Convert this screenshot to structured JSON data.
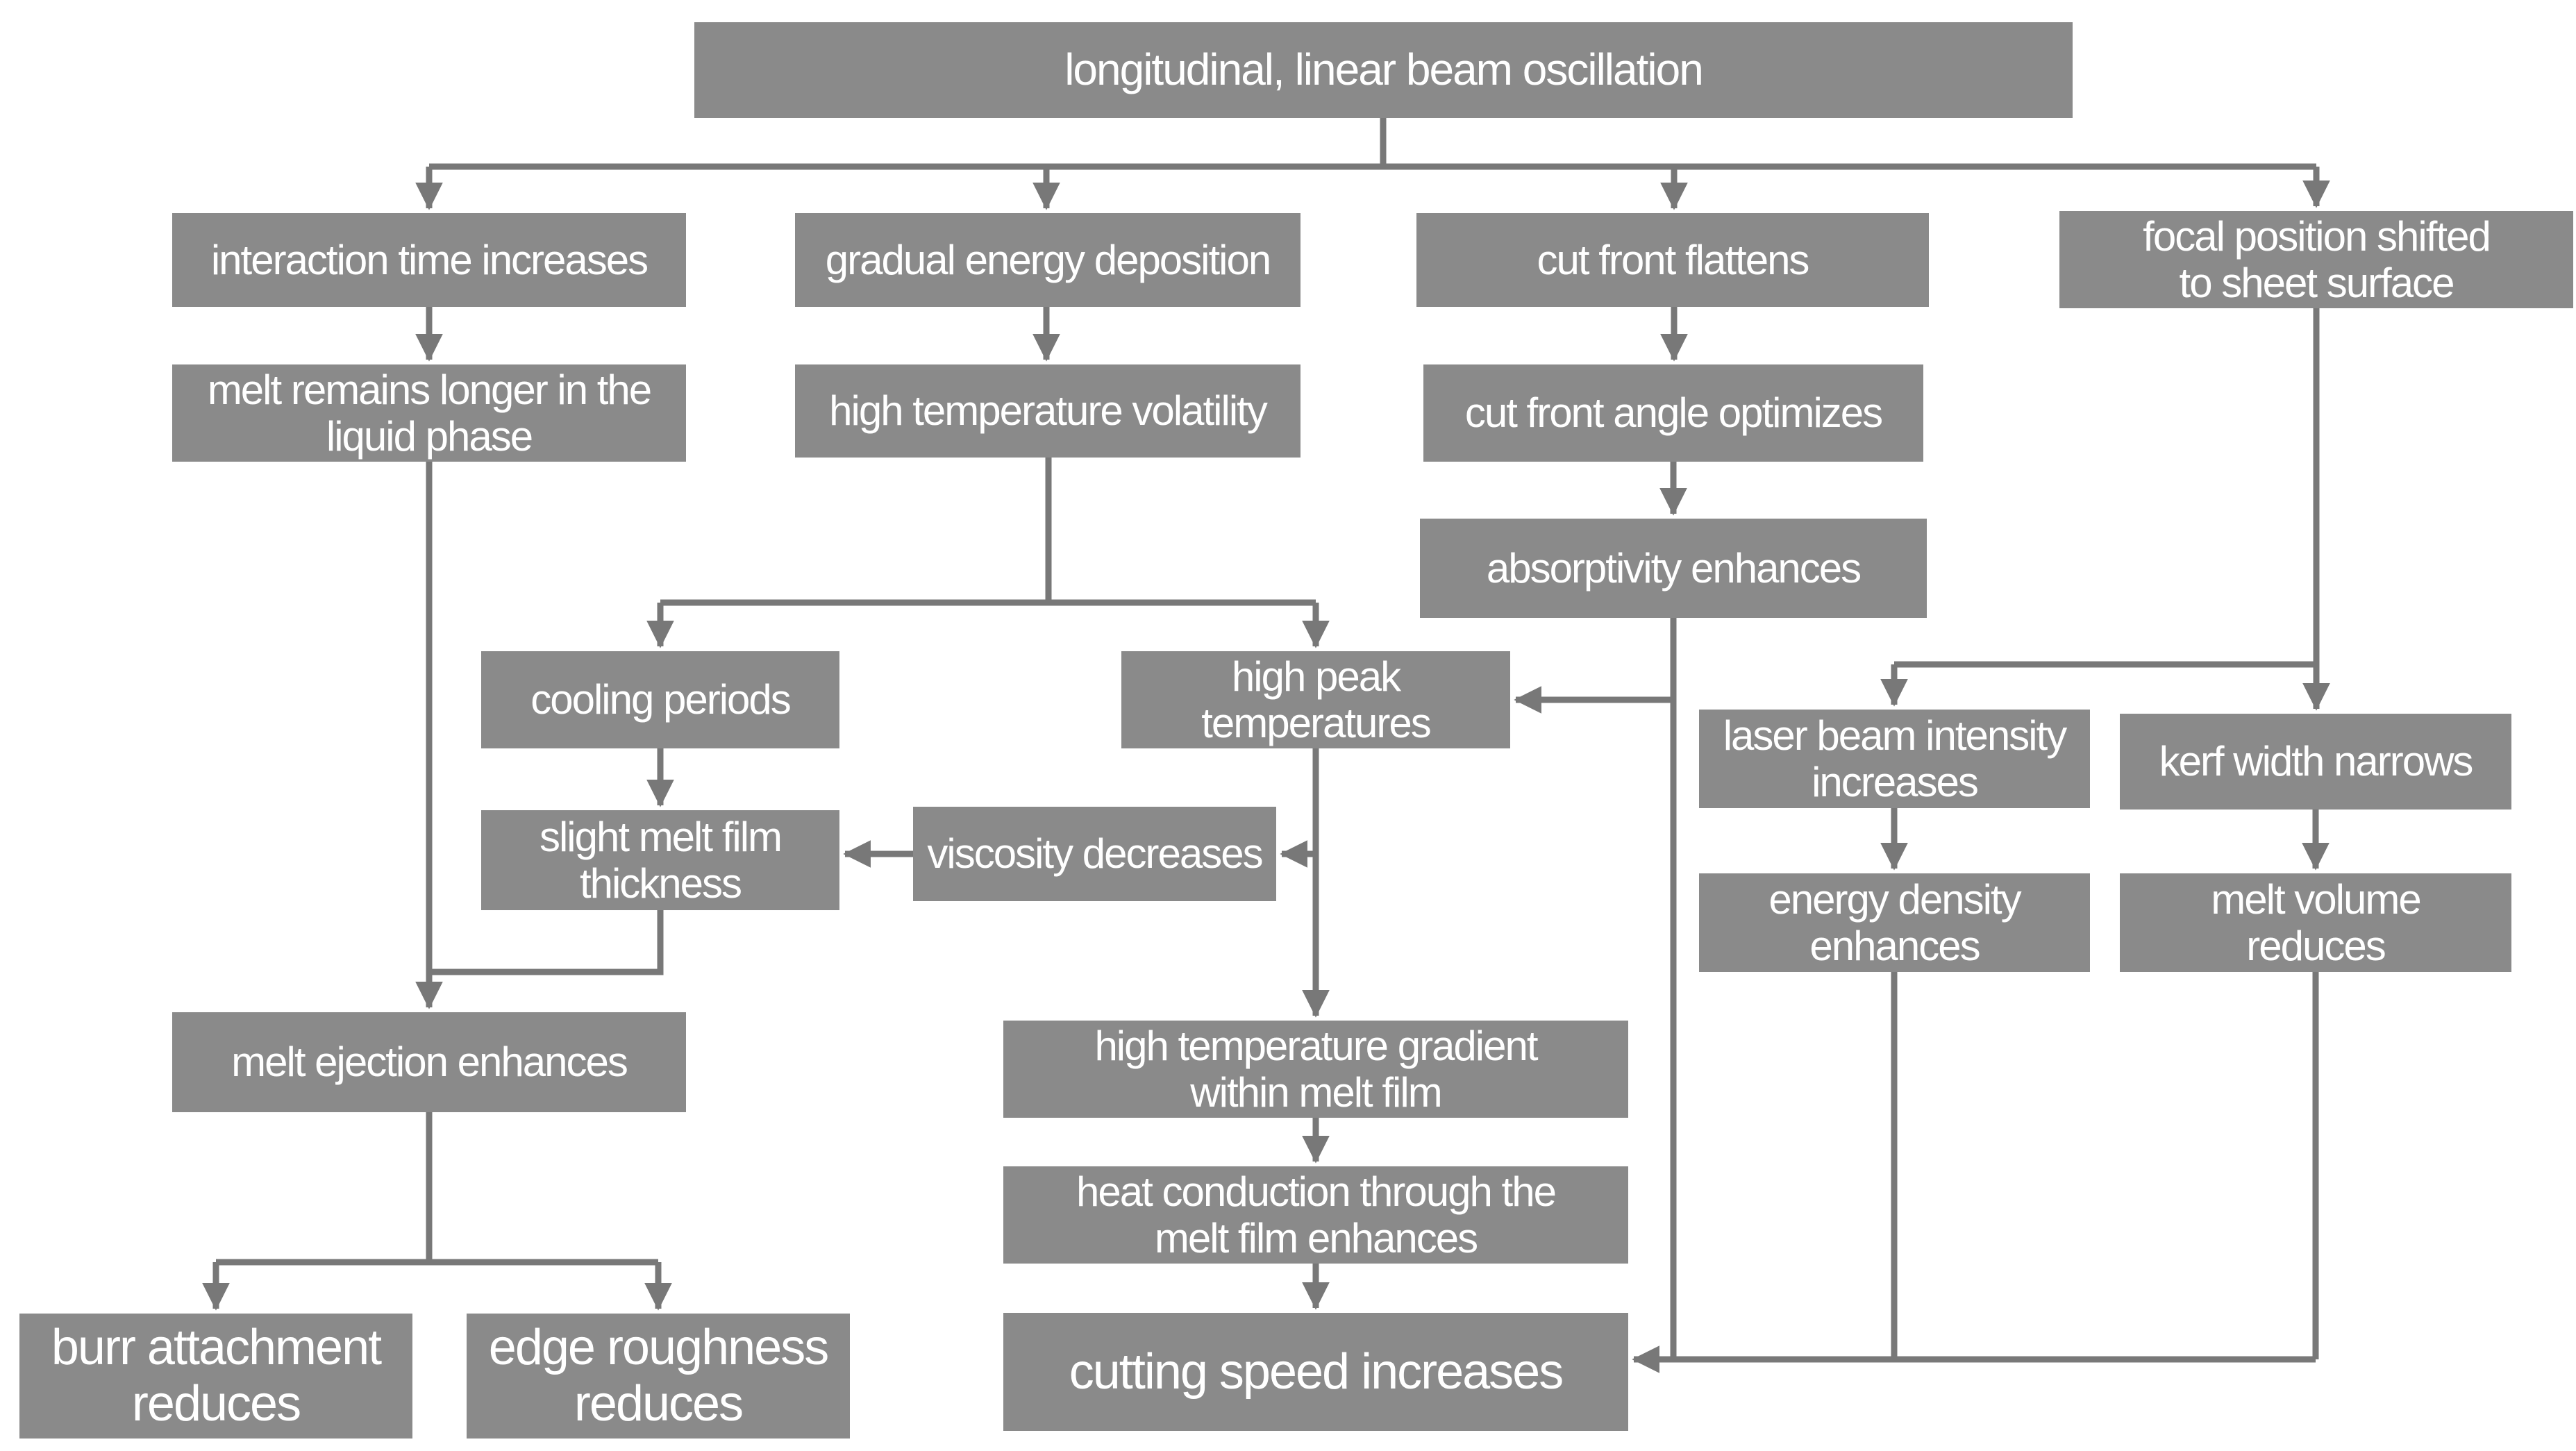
{
  "diagram": {
    "nodes": {
      "root": {
        "line1": "longitudinal, linear beam oscillation"
      },
      "interaction_time": {
        "line1": "interaction time increases"
      },
      "gradual_energy": {
        "line1": "gradual energy deposition"
      },
      "cut_front_flattens": {
        "line1": "cut front flattens"
      },
      "focal_position": {
        "line1": "focal position shifted",
        "line2": "to sheet surface"
      },
      "melt_remains": {
        "line1": "melt remains longer in the",
        "line2": "liquid phase"
      },
      "high_temp_volatility": {
        "line1": "high temperature volatility"
      },
      "cut_front_angle": {
        "line1": "cut front angle optimizes"
      },
      "absorptivity": {
        "line1": "absorptivity enhances"
      },
      "cooling_periods": {
        "line1": "cooling periods"
      },
      "high_peak_temps": {
        "line1": "high peak",
        "line2": "temperatures"
      },
      "laser_intensity": {
        "line1": "laser beam intensity",
        "line2": "increases"
      },
      "kerf_width": {
        "line1": "kerf width narrows"
      },
      "slight_melt_film": {
        "line1": "slight melt film",
        "line2": "thickness"
      },
      "viscosity": {
        "line1": "viscosity decreases"
      },
      "energy_density": {
        "line1": "energy density",
        "line2": "enhances"
      },
      "melt_volume": {
        "line1": "melt volume",
        "line2": "reduces"
      },
      "melt_ejection": {
        "line1": "melt ejection enhances"
      },
      "temp_gradient": {
        "line1": "high temperature gradient",
        "line2": "within melt film"
      },
      "heat_conduction": {
        "line1": "heat conduction through the",
        "line2": "melt film enhances"
      },
      "burr_attachment": {
        "line1": "burr attachment",
        "line2": "reduces"
      },
      "edge_roughness": {
        "line1": "edge roughness",
        "line2": "reduces"
      },
      "cutting_speed": {
        "line1": "cutting speed increases"
      }
    },
    "edges": [
      {
        "from": "root",
        "to": "interaction_time"
      },
      {
        "from": "root",
        "to": "gradual_energy"
      },
      {
        "from": "root",
        "to": "cut_front_flattens"
      },
      {
        "from": "root",
        "to": "focal_position"
      },
      {
        "from": "interaction_time",
        "to": "melt_remains"
      },
      {
        "from": "gradual_energy",
        "to": "high_temp_volatility"
      },
      {
        "from": "high_temp_volatility",
        "to": "cooling_periods"
      },
      {
        "from": "high_temp_volatility",
        "to": "high_peak_temps"
      },
      {
        "from": "cut_front_flattens",
        "to": "cut_front_angle"
      },
      {
        "from": "cut_front_angle",
        "to": "absorptivity"
      },
      {
        "from": "absorptivity",
        "to": "high_peak_temps"
      },
      {
        "from": "absorptivity",
        "to": "cutting_speed"
      },
      {
        "from": "focal_position",
        "to": "laser_intensity"
      },
      {
        "from": "focal_position",
        "to": "kerf_width"
      },
      {
        "from": "cooling_periods",
        "to": "slight_melt_film"
      },
      {
        "from": "high_peak_temps",
        "to": "viscosity"
      },
      {
        "from": "high_peak_temps",
        "to": "temp_gradient"
      },
      {
        "from": "viscosity",
        "to": "slight_melt_film"
      },
      {
        "from": "laser_intensity",
        "to": "energy_density"
      },
      {
        "from": "kerf_width",
        "to": "melt_volume"
      },
      {
        "from": "energy_density",
        "to": "cutting_speed"
      },
      {
        "from": "melt_volume",
        "to": "cutting_speed"
      },
      {
        "from": "melt_remains",
        "to": "melt_ejection"
      },
      {
        "from": "slight_melt_film",
        "to": "melt_ejection"
      },
      {
        "from": "melt_ejection",
        "to": "burr_attachment"
      },
      {
        "from": "melt_ejection",
        "to": "edge_roughness"
      },
      {
        "from": "temp_gradient",
        "to": "heat_conduction"
      },
      {
        "from": "heat_conduction",
        "to": "cutting_speed"
      }
    ],
    "colors": {
      "node_fill": "#8a8a8a",
      "node_text": "#ffffff",
      "connector": "#787878",
      "background": "#ffffff"
    }
  }
}
